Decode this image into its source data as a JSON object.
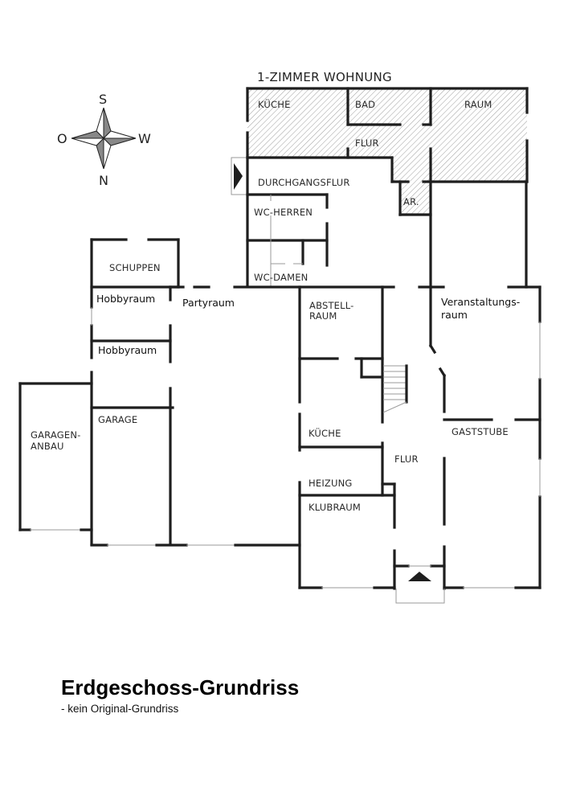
{
  "plan": {
    "title": "Erdgeschoss-Grundriss",
    "subtitle": "- kein Original-Grundriss",
    "apartment_title": "1-ZIMMER WOHNUNG",
    "compass": {
      "top": "S",
      "bottom": "N",
      "left": "O",
      "right": "W"
    },
    "rooms": {
      "kueche_top": "KÜCHE",
      "bad": "BAD",
      "raum": "RAUM",
      "flur_top": "FLUR",
      "durchgangsflur": "DURCHGANGSFLUR",
      "ar": "AR.",
      "wc_herren": "WC-HERREN",
      "wc_damen": "WC-DAMEN",
      "schuppen": "SCHUPPEN",
      "hobbyraum1": "Hobbyraum",
      "hobbyraum2": "Hobbyraum",
      "partyraum": "Partyraum",
      "abstellraum_1": "ABSTELL-",
      "abstellraum_2": "RAUM",
      "veranstaltungsraum_1": "Veranstaltungs-",
      "veranstaltungsraum_2": "raum",
      "garagenanbau_1": "GARAGEN-",
      "garagenanbau_2": "ANBAU",
      "garage": "GARAGE",
      "kueche": "KÜCHE",
      "gaststube": "GASTSTUBE",
      "flur": "FLUR",
      "heizung": "HEIZUNG",
      "klubraum": "KLUBRAUM"
    }
  }
}
